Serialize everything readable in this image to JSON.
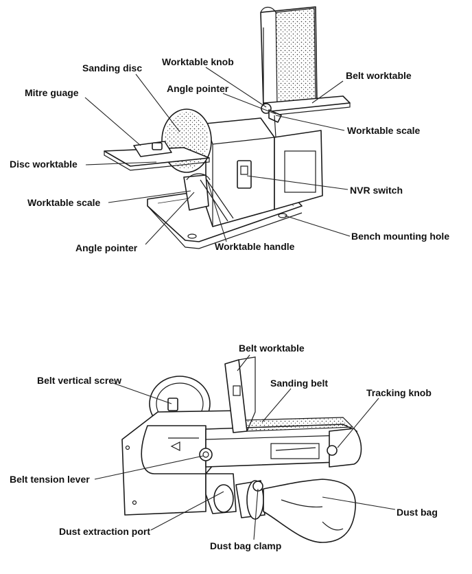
{
  "labels": {
    "sanding_disc": "Sanding disc",
    "worktable_knob": "Worktable knob",
    "belt_worktable_top": "Belt worktable",
    "mitre_guage": "Mitre guage",
    "angle_pointer_top": "Angle pointer",
    "worktable_scale_right": "Worktable scale",
    "disc_worktable": "Disc worktable",
    "nvr_switch": "NVR switch",
    "worktable_scale_left": "Worktable scale",
    "bench_mounting_hole": "Bench mounting hole",
    "angle_pointer_bottom": "Angle pointer",
    "worktable_handle": "Worktable handle",
    "belt_worktable_bottom": "Belt worktable",
    "belt_vertical_screw": "Belt vertical screw",
    "sanding_belt": "Sanding belt",
    "tracking_knob": "Tracking knob",
    "belt_tension_lever": "Belt tension lever",
    "dust_bag": "Dust bag",
    "dust_extraction_port": "Dust extraction port",
    "dust_bag_clamp": "Dust bag clamp"
  }
}
